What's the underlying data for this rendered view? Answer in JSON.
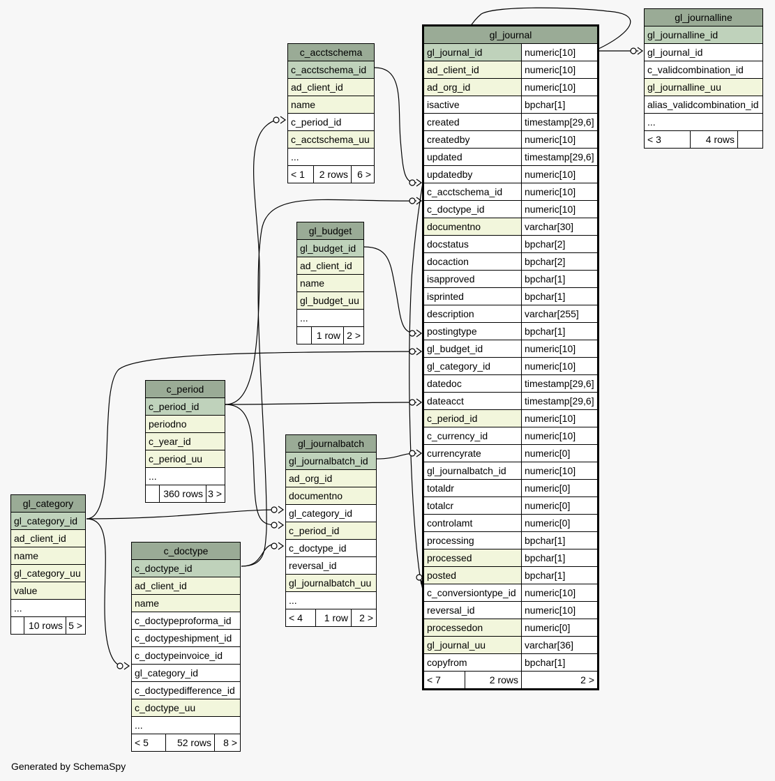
{
  "footer": "Generated by SchemaSpy",
  "colors": {
    "header": "#9aab96",
    "primary_key": "#bfd2bb",
    "indexed": "#f2f6dc",
    "plain": "#ffffff"
  },
  "tables": {
    "c_acctschema": {
      "title": "c_acctschema",
      "rows": [
        {
          "name": "c_acctschema_id",
          "kind": "pk"
        },
        {
          "name": "ad_client_id",
          "kind": "idx"
        },
        {
          "name": "name",
          "kind": "idx"
        },
        {
          "name": "c_period_id",
          "kind": "plain"
        },
        {
          "name": "c_acctschema_uu",
          "kind": "idx"
        },
        {
          "name": "...",
          "kind": "plain"
        }
      ],
      "footer": [
        "< 1",
        "2 rows",
        "6 >"
      ]
    },
    "gl_budget": {
      "title": "gl_budget",
      "rows": [
        {
          "name": "gl_budget_id",
          "kind": "pk"
        },
        {
          "name": "ad_client_id",
          "kind": "idx"
        },
        {
          "name": "name",
          "kind": "idx"
        },
        {
          "name": "gl_budget_uu",
          "kind": "idx"
        },
        {
          "name": "...",
          "kind": "plain"
        }
      ],
      "footer": [
        "",
        "1 row",
        "2 >"
      ]
    },
    "c_period": {
      "title": "c_period",
      "rows": [
        {
          "name": "c_period_id",
          "kind": "pk"
        },
        {
          "name": "periodno",
          "kind": "idx"
        },
        {
          "name": "c_year_id",
          "kind": "idx"
        },
        {
          "name": "c_period_uu",
          "kind": "idx"
        },
        {
          "name": "...",
          "kind": "plain"
        }
      ],
      "footer": [
        "",
        "360 rows",
        "3 >"
      ]
    },
    "gl_journalbatch": {
      "title": "gl_journalbatch",
      "rows": [
        {
          "name": "gl_journalbatch_id",
          "kind": "pk"
        },
        {
          "name": "ad_org_id",
          "kind": "idx"
        },
        {
          "name": "documentno",
          "kind": "idx"
        },
        {
          "name": "gl_category_id",
          "kind": "plain"
        },
        {
          "name": "c_period_id",
          "kind": "idx"
        },
        {
          "name": "c_doctype_id",
          "kind": "plain"
        },
        {
          "name": "reversal_id",
          "kind": "plain"
        },
        {
          "name": "gl_journalbatch_uu",
          "kind": "idx"
        },
        {
          "name": "...",
          "kind": "plain"
        }
      ],
      "footer": [
        "< 4",
        "1 row",
        "2 >"
      ]
    },
    "gl_category": {
      "title": "gl_category",
      "rows": [
        {
          "name": "gl_category_id",
          "kind": "pk"
        },
        {
          "name": "ad_client_id",
          "kind": "idx"
        },
        {
          "name": "name",
          "kind": "idx"
        },
        {
          "name": "gl_category_uu",
          "kind": "idx"
        },
        {
          "name": "value",
          "kind": "idx"
        },
        {
          "name": "...",
          "kind": "plain"
        }
      ],
      "footer": [
        "",
        "10 rows",
        "5 >"
      ]
    },
    "c_doctype": {
      "title": "c_doctype",
      "rows": [
        {
          "name": "c_doctype_id",
          "kind": "pk"
        },
        {
          "name": "ad_client_id",
          "kind": "idx"
        },
        {
          "name": "name",
          "kind": "idx"
        },
        {
          "name": "c_doctypeproforma_id",
          "kind": "plain"
        },
        {
          "name": "c_doctypeshipment_id",
          "kind": "plain"
        },
        {
          "name": "c_doctypeinvoice_id",
          "kind": "plain"
        },
        {
          "name": "gl_category_id",
          "kind": "plain"
        },
        {
          "name": "c_doctypedifference_id",
          "kind": "plain"
        },
        {
          "name": "c_doctype_uu",
          "kind": "idx"
        },
        {
          "name": "...",
          "kind": "plain"
        }
      ],
      "footer": [
        "< 5",
        "52 rows",
        "8 >"
      ]
    },
    "gl_journalline": {
      "title": "gl_journalline",
      "rows": [
        {
          "name": "gl_journalline_id",
          "kind": "pk"
        },
        {
          "name": "gl_journal_id",
          "kind": "plain"
        },
        {
          "name": "c_validcombination_id",
          "kind": "plain"
        },
        {
          "name": "gl_journalline_uu",
          "kind": "idx"
        },
        {
          "name": "alias_validcombination_id",
          "kind": "plain"
        },
        {
          "name": "...",
          "kind": "plain"
        }
      ],
      "footer": [
        "< 3",
        "4 rows",
        ""
      ]
    },
    "gl_journal": {
      "title": "gl_journal",
      "rows": [
        {
          "name": "gl_journal_id",
          "type": "numeric[10]",
          "kind": "pk"
        },
        {
          "name": "ad_client_id",
          "type": "numeric[10]",
          "kind": "idx"
        },
        {
          "name": "ad_org_id",
          "type": "numeric[10]",
          "kind": "idx"
        },
        {
          "name": "isactive",
          "type": "bpchar[1]",
          "kind": "plain"
        },
        {
          "name": "created",
          "type": "timestamp[29,6]",
          "kind": "plain"
        },
        {
          "name": "createdby",
          "type": "numeric[10]",
          "kind": "plain"
        },
        {
          "name": "updated",
          "type": "timestamp[29,6]",
          "kind": "plain"
        },
        {
          "name": "updatedby",
          "type": "numeric[10]",
          "kind": "plain"
        },
        {
          "name": "c_acctschema_id",
          "type": "numeric[10]",
          "kind": "plain"
        },
        {
          "name": "c_doctype_id",
          "type": "numeric[10]",
          "kind": "plain"
        },
        {
          "name": "documentno",
          "type": "varchar[30]",
          "kind": "idx"
        },
        {
          "name": "docstatus",
          "type": "bpchar[2]",
          "kind": "plain"
        },
        {
          "name": "docaction",
          "type": "bpchar[2]",
          "kind": "plain"
        },
        {
          "name": "isapproved",
          "type": "bpchar[1]",
          "kind": "plain"
        },
        {
          "name": "isprinted",
          "type": "bpchar[1]",
          "kind": "plain"
        },
        {
          "name": "description",
          "type": "varchar[255]",
          "kind": "plain"
        },
        {
          "name": "postingtype",
          "type": "bpchar[1]",
          "kind": "plain"
        },
        {
          "name": "gl_budget_id",
          "type": "numeric[10]",
          "kind": "plain"
        },
        {
          "name": "gl_category_id",
          "type": "numeric[10]",
          "kind": "plain"
        },
        {
          "name": "datedoc",
          "type": "timestamp[29,6]",
          "kind": "plain"
        },
        {
          "name": "dateacct",
          "type": "timestamp[29,6]",
          "kind": "plain"
        },
        {
          "name": "c_period_id",
          "type": "numeric[10]",
          "kind": "idx"
        },
        {
          "name": "c_currency_id",
          "type": "numeric[10]",
          "kind": "plain"
        },
        {
          "name": "currencyrate",
          "type": "numeric[0]",
          "kind": "plain"
        },
        {
          "name": "gl_journalbatch_id",
          "type": "numeric[10]",
          "kind": "plain"
        },
        {
          "name": "totaldr",
          "type": "numeric[0]",
          "kind": "plain"
        },
        {
          "name": "totalcr",
          "type": "numeric[0]",
          "kind": "plain"
        },
        {
          "name": "controlamt",
          "type": "numeric[0]",
          "kind": "plain"
        },
        {
          "name": "processing",
          "type": "bpchar[1]",
          "kind": "plain"
        },
        {
          "name": "processed",
          "type": "bpchar[1]",
          "kind": "idx"
        },
        {
          "name": "posted",
          "type": "bpchar[1]",
          "kind": "idx"
        },
        {
          "name": "c_conversiontype_id",
          "type": "numeric[10]",
          "kind": "plain"
        },
        {
          "name": "reversal_id",
          "type": "numeric[10]",
          "kind": "plain"
        },
        {
          "name": "processedon",
          "type": "numeric[0]",
          "kind": "idx"
        },
        {
          "name": "gl_journal_uu",
          "type": "varchar[36]",
          "kind": "idx"
        },
        {
          "name": "copyfrom",
          "type": "bpchar[1]",
          "kind": "plain"
        }
      ],
      "footer": [
        "< 7",
        "2 rows",
        "2 >"
      ]
    }
  }
}
